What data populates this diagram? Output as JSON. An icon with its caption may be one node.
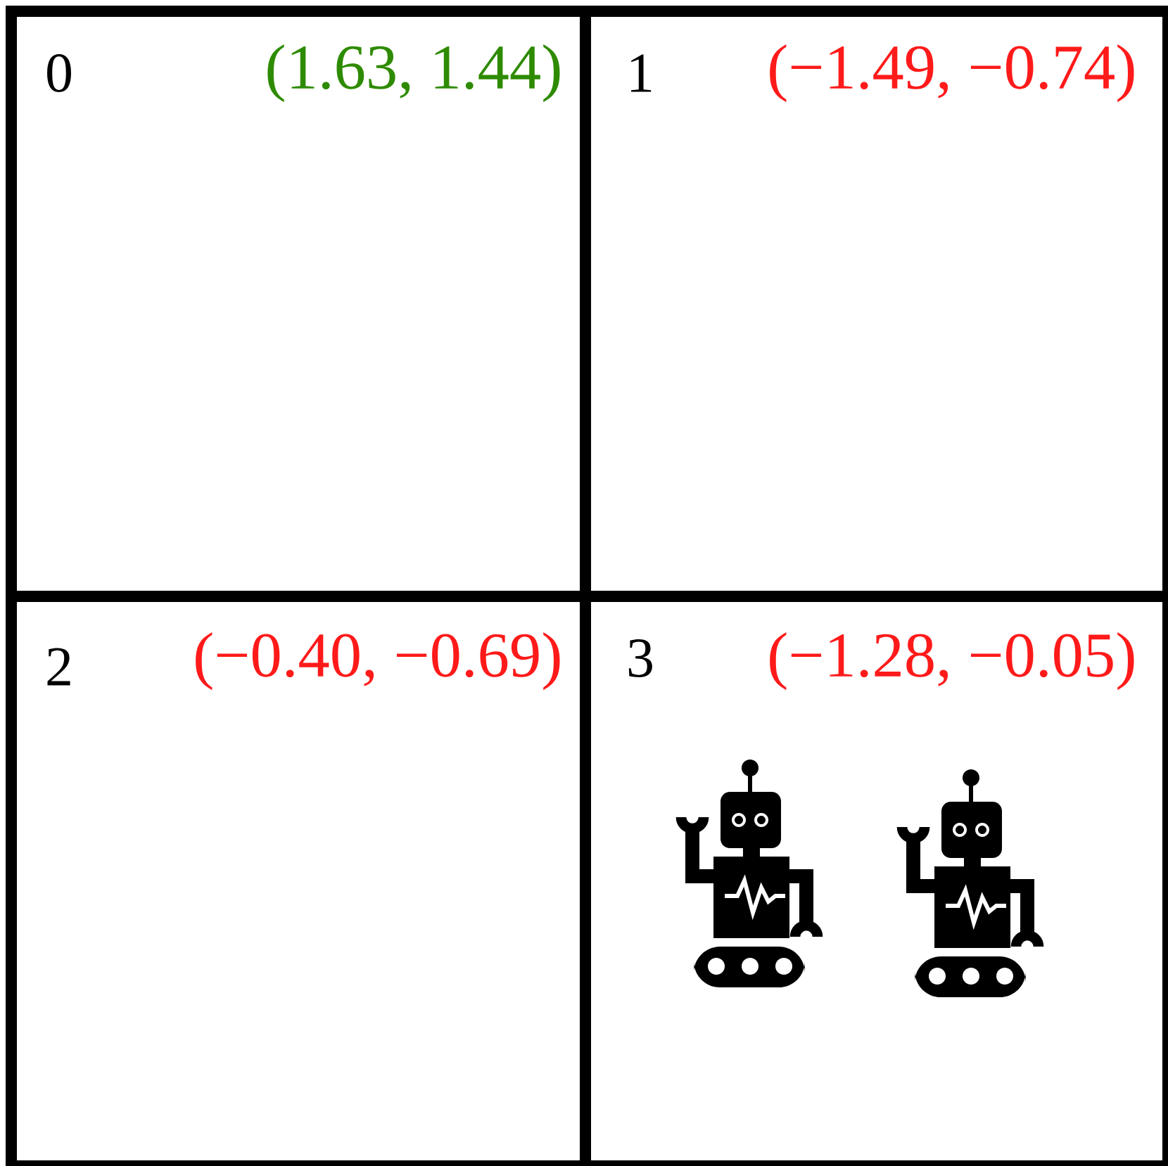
{
  "diagram": {
    "nodes": [
      {
        "text": [
          "0",
          "(1.63, 1.44)"
        ]
      },
      {
        "text": [
          "1",
          "(−1.49, −0.74)"
        ]
      },
      {
        "text": [
          "2",
          "(−0.40, −0.69)"
        ]
      },
      {
        "text": [
          "3",
          "(−1.28, −0.05)"
        ]
      }
    ]
  }
}
